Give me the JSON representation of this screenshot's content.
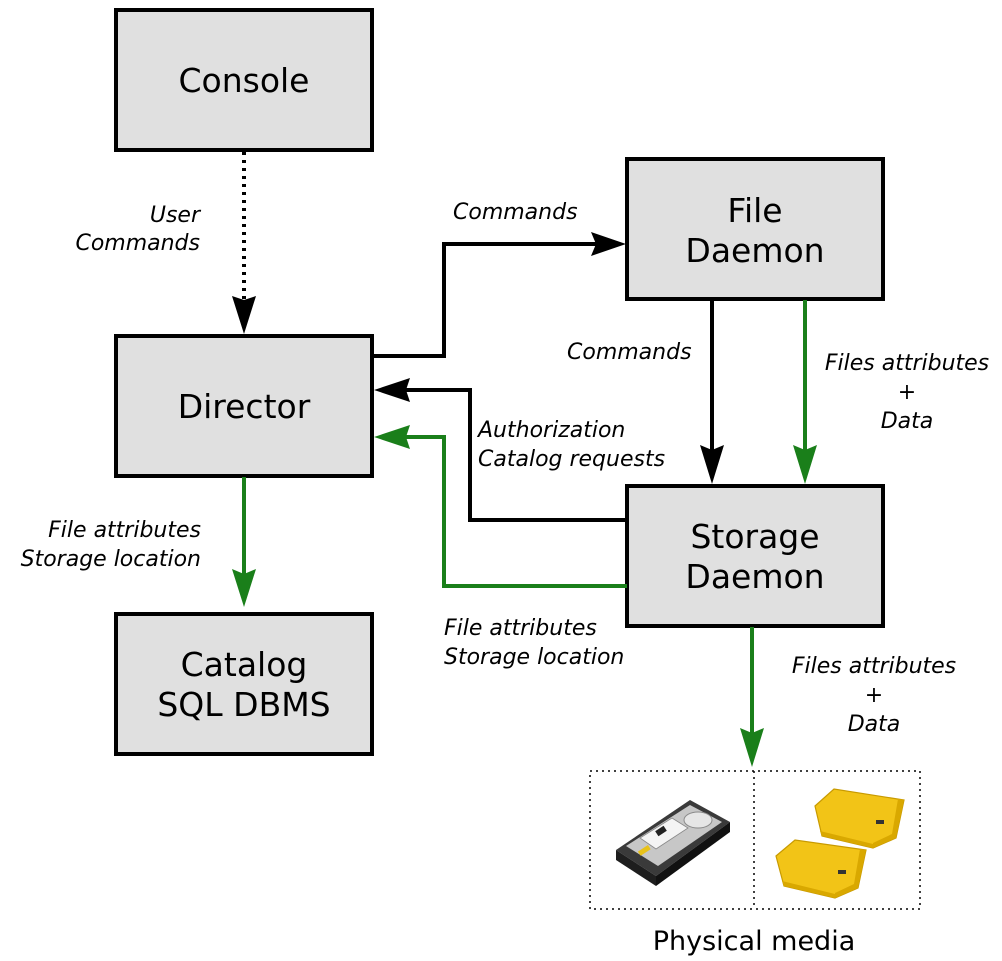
{
  "colors": {
    "box_fill": "#e0e0e0",
    "control_flow": "#000000",
    "data_flow": "#1a7f1a",
    "tape_yellow": "#f2c417"
  },
  "boxes": {
    "console": [
      "Console"
    ],
    "file_daemon": [
      "File",
      "Daemon"
    ],
    "director": [
      "Director"
    ],
    "storage_daemon": [
      "Storage",
      "Daemon"
    ],
    "catalog": [
      "Catalog",
      "SQL DBMS"
    ]
  },
  "labels": {
    "console_to_director": [
      "User",
      "Commands"
    ],
    "director_to_fd": [
      "Commands"
    ],
    "fd_to_sd": [
      "Commands"
    ],
    "fd_to_sd_data": [
      "Files attributes",
      "+",
      "Data"
    ],
    "sd_to_director_auth": [
      "Authorization",
      "Catalog requests"
    ],
    "director_to_catalog": [
      "File attributes",
      "Storage location"
    ],
    "sd_to_director_attrs": [
      "File attributes",
      "Storage location"
    ],
    "sd_to_media": [
      "Files attributes",
      "+",
      "Data"
    ]
  },
  "media": {
    "caption": "Physical media",
    "items": [
      {
        "kind": "hard-disk",
        "icon": "hard-disk-icon"
      },
      {
        "kind": "tape-cartridges",
        "icon": "tape-cartridge-icon"
      }
    ]
  }
}
